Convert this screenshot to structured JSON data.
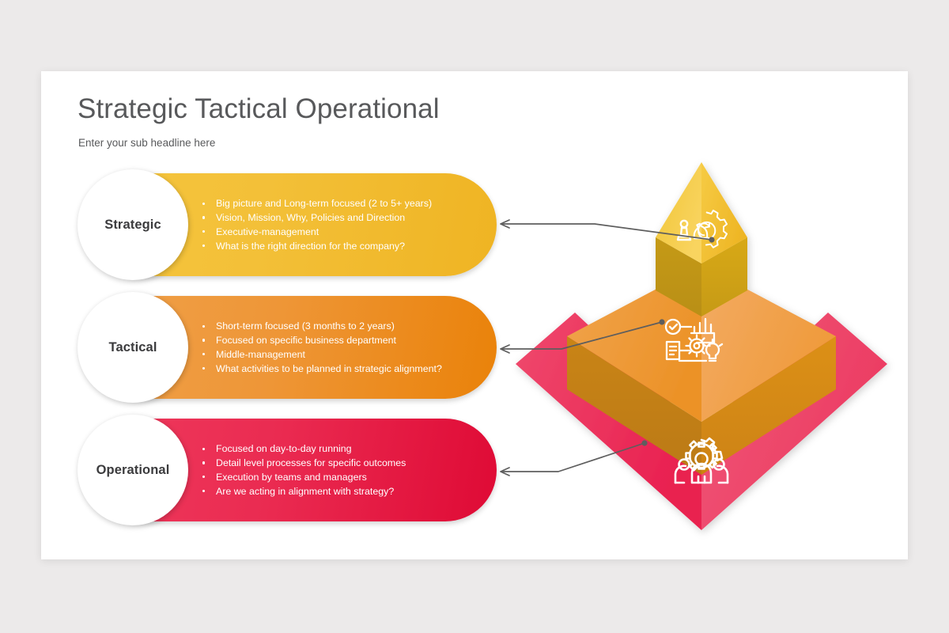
{
  "slide": {
    "title": "Strategic Tactical Operational",
    "subtitle": "Enter your sub headline here",
    "background_color": "#eceaea",
    "canvas_color": "#ffffff"
  },
  "levels": [
    {
      "label": "Strategic",
      "accent_color": "#f2c230",
      "gradient_from": "#f5c53d",
      "gradient_to": "#efb423",
      "icon": "gear-chess-strategy-icon",
      "bullets": [
        "Big picture and Long-term focused (2 to 5+ years)",
        "Vision, Mission, Why, Policies and Direction",
        "Executive-management",
        "What is the right direction for the company?"
      ]
    },
    {
      "label": "Tactical",
      "accent_color": "#ee9637",
      "gradient_from": "#f0a14a",
      "gradient_to": "#ea8209",
      "icon": "workflow-planning-icon",
      "bullets": [
        "Short-term focused (3 months to 2 years)",
        "Focused on specific business department",
        "Middle-management",
        "What activities to be planned in strategic alignment?"
      ]
    },
    {
      "label": "Operational",
      "accent_color": "#ea2b51",
      "gradient_from": "#ef3a5d",
      "gradient_to": "#df0a35",
      "icon": "team-gear-people-icon",
      "bullets": [
        "Focused on day-to-day running",
        "Detail level processes for specific outcomes",
        "Execution by teams and managers",
        "Are we acting in alignment with strategy?"
      ]
    }
  ],
  "pyramid": {
    "name": "three-tier-3d-pyramid",
    "tiers": [
      {
        "level": "Strategic",
        "face_light": "#f7cf4f",
        "face_dark": "#edb424",
        "side_color": "#c79a17"
      },
      {
        "level": "Tactical",
        "face_light": "#f2a95c",
        "face_dark": "#ef9122",
        "side_color": "#cf8016"
      },
      {
        "level": "Operational",
        "face_light": "#ef5273",
        "face_dark": "#ea2352",
        "side_color": "#e8days"
      }
    ]
  },
  "connectors": {
    "name": "pyramid-to-card-arrows",
    "color": "#5e5e5e",
    "count": 3
  }
}
